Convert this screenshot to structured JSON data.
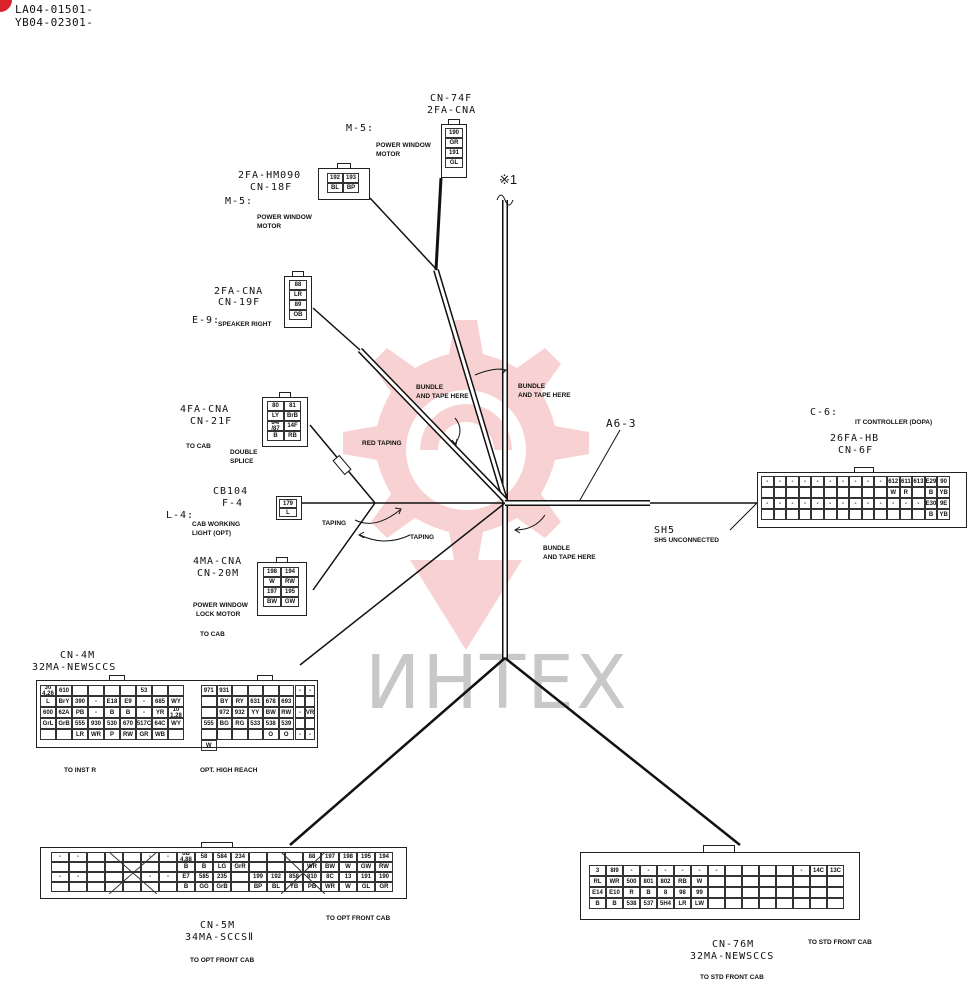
{
  "header": {
    "line1": "LA04-01501-",
    "line2": "YB04-02301-"
  },
  "watermark": {
    "text": "ИНТЕХ",
    "color": "#f0a0a0"
  },
  "cn74f": {
    "name": "CN-74F",
    "type": "2FA-CNA",
    "ref": "M-5:",
    "desc": [
      "POWER WINDOW",
      "MOTOR"
    ],
    "pins": [
      [
        "190"
      ],
      [
        "GR"
      ],
      [
        "191"
      ],
      [
        "GL"
      ]
    ]
  },
  "cn18f": {
    "type": "2FA-HM090",
    "name": "CN-18F",
    "ref": "M-5:",
    "desc": [
      "POWER WINDOW",
      "MOTOR"
    ],
    "pins": [
      [
        "192",
        "193"
      ],
      [
        "BL",
        "BP"
      ]
    ]
  },
  "cn19f": {
    "type": "2FA-CNA",
    "name": "CN-19F",
    "ref": "E-9:",
    "desc": [
      "SPEAKER RIGHT"
    ],
    "pins": [
      [
        "88"
      ],
      [
        "LR"
      ],
      [
        "89"
      ],
      [
        "OB"
      ]
    ]
  },
  "cn21f": {
    "type": "4FA-CNA",
    "name": "CN-21F",
    "dest": "TO CAB",
    "desc": [
      "DOUBLE",
      "SPLICE"
    ],
    "pins": [
      [
        "80",
        "81"
      ],
      [
        "LY",
        "BrB"
      ],
      [
        "84/\n/87",
        "14F"
      ],
      [
        "B",
        "RB"
      ]
    ]
  },
  "cb104": {
    "type": "CB104",
    "name": "F-4",
    "ref": "L-4:",
    "desc": [
      "CAB WORKING",
      "LIGHT (OPT)"
    ],
    "pins": [
      [
        "179"
      ],
      [
        "L"
      ]
    ]
  },
  "cn20m": {
    "type": "4MA-CNA",
    "name": "CN-20M",
    "desc": [
      "POWER WINDOW",
      "LOCK MOTOR"
    ],
    "dest": "TO CAB",
    "pins": [
      [
        "198",
        "194"
      ],
      [
        "W",
        "RW"
      ],
      [
        "197",
        "195"
      ],
      [
        "BW",
        "GW"
      ]
    ]
  },
  "cn6f": {
    "ref": "C-6:",
    "desc": "IT CONTROLLER (DoPa)",
    "type": "26FA-HB",
    "name": "CN-6F",
    "row1": [
      "-",
      "-",
      "-",
      "-",
      "-",
      "-",
      "-",
      "-",
      "-",
      "-",
      "612",
      "611",
      "613",
      "E29",
      "90"
    ],
    "row2": [
      "",
      "",
      "",
      "",
      "",
      "",
      "",
      "",
      "",
      "",
      "W",
      "R",
      "",
      "B",
      "YB"
    ],
    "row3": [
      "-",
      "-",
      "-",
      "-",
      "-",
      "-",
      "-",
      "-",
      "-",
      "-",
      "-",
      "-",
      "-",
      "E30",
      "9E"
    ],
    "row4": [
      "",
      "",
      "",
      "",
      "",
      "",
      "",
      "",
      "",
      "",
      "",
      "",
      "",
      "B",
      "YB"
    ]
  },
  "cn4m": {
    "name": "CN-4M",
    "type": "32MA-NEWSCCS",
    "dest": "TO INST R",
    "opt": "OPT. HIGH REACH",
    "left": [
      [
        "30\n4.26",
        "610",
        "",
        "",
        "",
        "",
        "53"
      ],
      [
        "L",
        "BrY",
        "390",
        "-",
        "E18",
        "E9",
        "-",
        "685",
        "WY"
      ],
      [
        "600",
        "62A",
        "PB",
        "-",
        "B",
        "B",
        "-",
        "YR",
        "10\n1.28"
      ],
      [
        "GrL",
        "GrB",
        "555",
        "930",
        "530",
        "670",
        "517C",
        "64C",
        "WY"
      ],
      [
        "",
        "",
        "LR",
        "WR",
        "P",
        "RW",
        "GR",
        "WB",
        ""
      ]
    ],
    "mid": [
      [
        "971",
        "931",
        "",
        "",
        "",
        "",
        ""
      ],
      [
        "BY",
        "RY",
        "631",
        "678",
        "693",
        ""
      ],
      [
        "972",
        "932",
        "YY",
        "BW",
        "RW",
        "555"
      ],
      [
        "BG",
        "RG",
        "533",
        "538",
        "539",
        ""
      ],
      [
        "",
        "",
        "",
        "O",
        "O",
        "W"
      ]
    ],
    "right": [
      [
        "-",
        "-"
      ],
      [
        "",
        ""
      ],
      [
        "-",
        "VR"
      ],
      [
        "",
        ""
      ],
      [
        "-",
        "-"
      ]
    ]
  },
  "cn5m": {
    "name": "CN-5M",
    "type": "34MA-SCCSⅡ",
    "dest1": "TO OPT FRONT CAB",
    "dest2": "TO OPT FRONT CAB",
    "top": [
      "-",
      "-",
      "",
      "",
      "",
      "-",
      "-",
      "6B\n4.88",
      "58",
      "584",
      "234",
      "",
      "",
      "",
      "88",
      "197",
      "198",
      "195",
      "194"
    ],
    "topv": [
      "",
      "",
      "",
      "",
      "",
      "",
      "",
      "B",
      "B",
      "LG",
      "GrR",
      "",
      "",
      "",
      "WR",
      "BW",
      "W",
      "GW",
      "RW"
    ],
    "bot": [
      "-",
      "-",
      "",
      "",
      "",
      "-",
      "-",
      "E7",
      "585",
      "235",
      "",
      "199",
      "192",
      "858",
      "810",
      "8C",
      "13",
      "191",
      "190"
    ],
    "botv": [
      "",
      "",
      "",
      "",
      "",
      "",
      "",
      "B",
      "GG",
      "GrB",
      "",
      "BP",
      "BL",
      "YB",
      "PB",
      "WR",
      "W",
      "GL",
      "GR"
    ]
  },
  "cn76m": {
    "name": "CN-76M",
    "type": "32MA-NEWSCCS",
    "dest1": "TO STD FRONT CAB",
    "dest2": "TO STD FRONT CAB",
    "r1": [
      "3",
      "8I9",
      "-",
      "-",
      "-",
      "-",
      "-",
      "-",
      "",
      "",
      "",
      "",
      "-",
      "14C",
      "13C"
    ],
    "r2": [
      "RL",
      "WR",
      "500",
      "801",
      "802",
      "RB",
      "W"
    ],
    "r3": [
      "E14",
      "E10",
      "R",
      "B",
      "8",
      "98",
      "99"
    ],
    "r4": [
      "B",
      "B",
      "538",
      "537",
      "5H4",
      "LR",
      "LW"
    ]
  },
  "labels": {
    "x1": "※1",
    "a63": "A6-3",
    "bundle1": [
      "BUNDLE",
      "AND TAPE HERE"
    ],
    "bundle2": [
      "BUNDLE",
      "AND TAPE HERE"
    ],
    "bundle3": [
      "BUNDLE",
      "AND TAPE HERE"
    ],
    "red_taping": "RED TAPING",
    "taping1": "TAPING",
    "taping2": "TAPING",
    "sh5": "SH5",
    "sh5_desc": "SH5 UNCONNECTED"
  }
}
